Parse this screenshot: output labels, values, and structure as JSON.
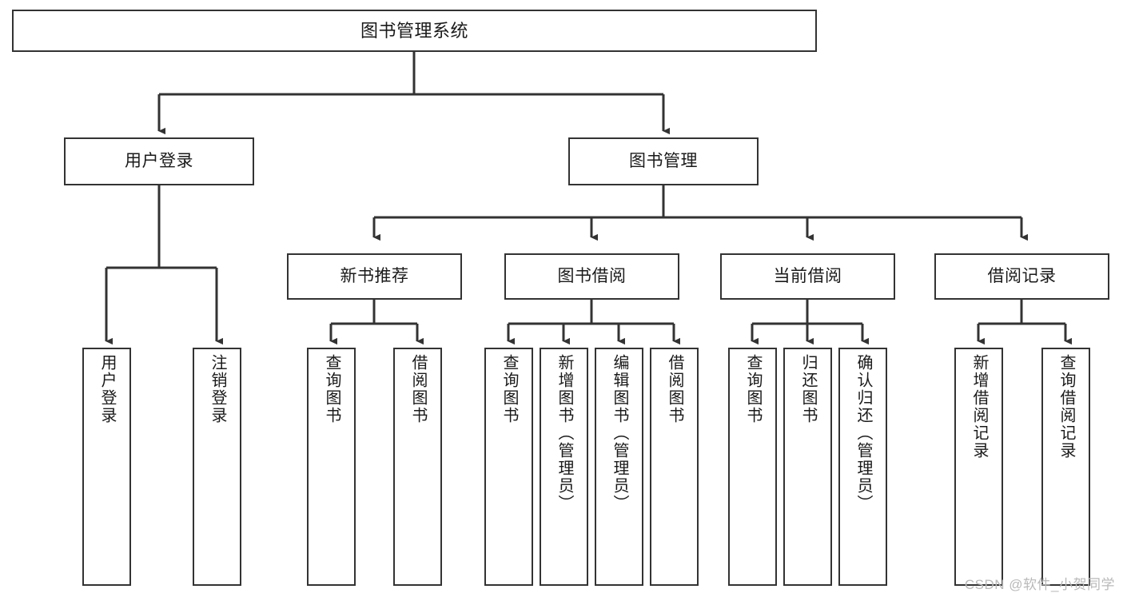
{
  "diagram": {
    "title": "图书管理系统",
    "type": "tree-hierarchy",
    "orientation": "top-down",
    "line_color": "#333333",
    "box_border_color": "#333333",
    "box_fill_color": "#ffffff",
    "text_color": "#1a1a1a",
    "watermark": "CSDN @软件_小贺同学"
  },
  "nodes": {
    "root": {
      "label": "图书管理系统",
      "level": 0
    },
    "level1": [
      {
        "id": "user-login",
        "label": "用户登录",
        "level": 1
      },
      {
        "id": "book-management",
        "label": "图书管理",
        "level": 1
      }
    ],
    "level2": [
      {
        "id": "new-book-recommend",
        "label": "新书推荐",
        "level": 2,
        "parent": "book-management"
      },
      {
        "id": "book-borrow",
        "label": "图书借阅",
        "level": 2,
        "parent": "book-management"
      },
      {
        "id": "current-borrow",
        "label": "当前借阅",
        "level": 2,
        "parent": "book-management"
      },
      {
        "id": "borrow-record",
        "label": "借阅记录",
        "level": 2,
        "parent": "book-management"
      }
    ],
    "leaves": [
      {
        "id": "leaf-user-login",
        "label": "用户登录",
        "parent": "user-login"
      },
      {
        "id": "leaf-logout",
        "label": "注销登录",
        "parent": "user-login"
      },
      {
        "id": "leaf-query-book-1",
        "label": "查询图书",
        "parent": "new-book-recommend"
      },
      {
        "id": "leaf-borrow-book-1",
        "label": "借阅图书",
        "parent": "new-book-recommend"
      },
      {
        "id": "leaf-query-book-2",
        "label": "查询图书",
        "parent": "book-borrow"
      },
      {
        "id": "leaf-add-book",
        "label": "新增图书（管理员）",
        "parent": "book-borrow"
      },
      {
        "id": "leaf-edit-book",
        "label": "编辑图书（管理员）",
        "parent": "book-borrow"
      },
      {
        "id": "leaf-borrow-book-2",
        "label": "借阅图书",
        "parent": "book-borrow"
      },
      {
        "id": "leaf-query-book-3",
        "label": "查询图书",
        "parent": "current-borrow"
      },
      {
        "id": "leaf-return-book",
        "label": "归还图书",
        "parent": "current-borrow"
      },
      {
        "id": "leaf-confirm-return",
        "label": "确认归还（管理员）",
        "parent": "current-borrow"
      },
      {
        "id": "leaf-add-record",
        "label": "新增借阅记录",
        "parent": "borrow-record"
      },
      {
        "id": "leaf-query-record",
        "label": "查询借阅记录",
        "parent": "borrow-record"
      }
    ]
  }
}
